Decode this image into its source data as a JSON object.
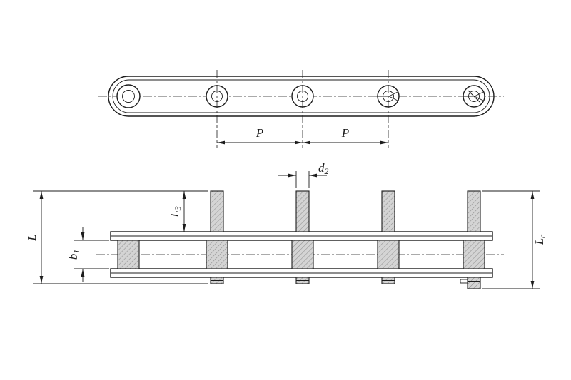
{
  "page": {
    "background": "#ffffff",
    "line_color": "#1c1c1c",
    "hatch_fill": "#d4d4d4",
    "hatch_line": "#8f8f8f"
  },
  "views": {
    "top_view": "chain side elevation with pitch dimensions",
    "front_view": "chain front view with extended pins"
  },
  "dims": {
    "p1": {
      "main": "P",
      "sub": ""
    },
    "p2": {
      "main": "P",
      "sub": ""
    },
    "d2": {
      "main": "d",
      "sub": "2"
    },
    "l3": {
      "main": "L",
      "sub": "3"
    },
    "b1": {
      "main": "b",
      "sub": "1"
    },
    "l": {
      "main": "L",
      "sub": ""
    },
    "lc": {
      "main": "L",
      "sub": "c"
    }
  }
}
